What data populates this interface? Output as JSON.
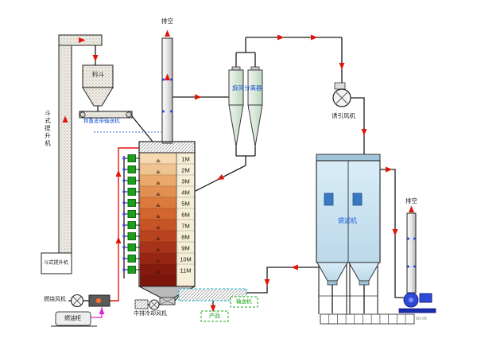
{
  "labels": {
    "vent_top": "排空",
    "hopper": "料斗",
    "weigh_belt": "称重皮带输送机",
    "cyclone": "旋风分离器",
    "induced_fan": "诱引风机",
    "bucket_elevator_vertical": "斗式提升机",
    "bucket_elevator_boot": "斗式提升机",
    "bag_filter": "袋滤机",
    "vent_right": "排空",
    "combustion_fan": "燃烧风机",
    "fuel_tank": "燃油柜",
    "cooling_fan": "中排冷却风机",
    "product": "产品",
    "conveyor2": "输送机",
    "drawing_note": "50-05"
  },
  "tower": {
    "layers": [
      {
        "label": "1M",
        "color": "#f5d9b3"
      },
      {
        "label": "2M",
        "color": "#f0c491"
      },
      {
        "label": "3M",
        "color": "#eaa96c"
      },
      {
        "label": "4M",
        "color": "#e29052"
      },
      {
        "label": "5M",
        "color": "#dc7a3e"
      },
      {
        "label": "6M",
        "color": "#d3662f"
      },
      {
        "label": "7M",
        "color": "#c75426"
      },
      {
        "label": "8M",
        "color": "#b9431e"
      },
      {
        "label": "9M",
        "color": "#a93318"
      },
      {
        "label": "10M",
        "color": "#972513"
      },
      {
        "label": "11M",
        "color": "#851a0e"
      }
    ],
    "bottom_band_color": "#7c150c",
    "label_strip_color": "#f7eed6"
  },
  "colors": {
    "flow_arrow": "#e0150a",
    "hot_air_duct": "#e0150a",
    "fuel_line": "#d62bc8",
    "valve_green": "#1ca01c",
    "label_blue": "#1a57d6",
    "product_green": "#0fa00f",
    "bag_filter_body": "#c9e2f2",
    "fan_blue": "#2d49d6",
    "flange_dot_blue": "#2b46e0"
  }
}
